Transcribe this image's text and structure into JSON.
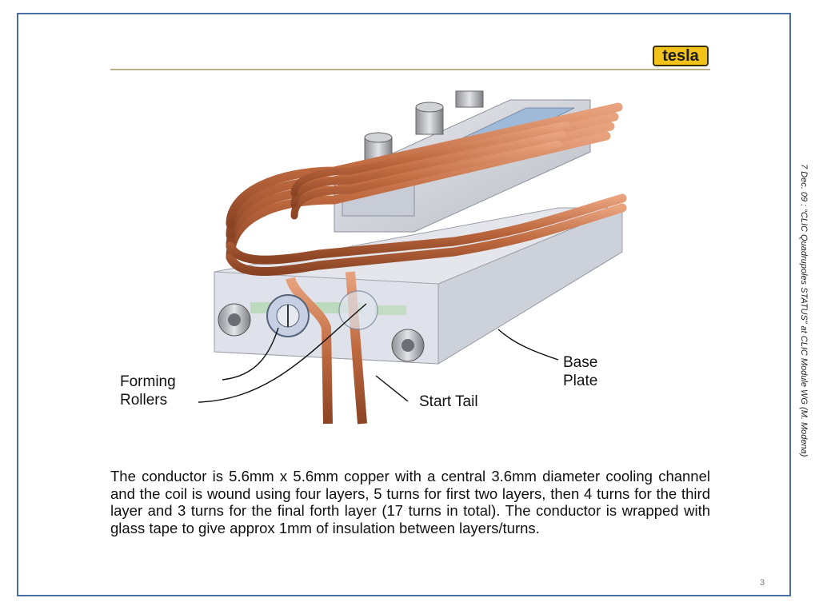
{
  "logo": {
    "text": "tesla"
  },
  "figure": {
    "labels": {
      "forming_rollers_line1": "Forming",
      "forming_rollers_line2": "Rollers",
      "base_plate_line1": "Base",
      "base_plate_line2": "Plate",
      "start_tail": "Start Tail"
    }
  },
  "body": {
    "paragraph": "The conductor is 5.6mm x 5.6mm copper with a central 3.6mm diameter cooling channel and the coil is wound using four layers, 5 turns for first two layers, then 4 turns for the third layer and 3 turns for the final forth layer (17 turns in total). The conductor is wrapped with glass tape to give approx 1mm of insulation between layers/turns."
  },
  "side_note": "7 Dec. 09 : “CLIC Quadrupoles STATUS” at CLIC Module WG (M. Modena)",
  "page_number": "3",
  "colors": {
    "frame": "#4a6fa5",
    "copper": "#c9744a",
    "logo_bg": "#f2c21a"
  }
}
